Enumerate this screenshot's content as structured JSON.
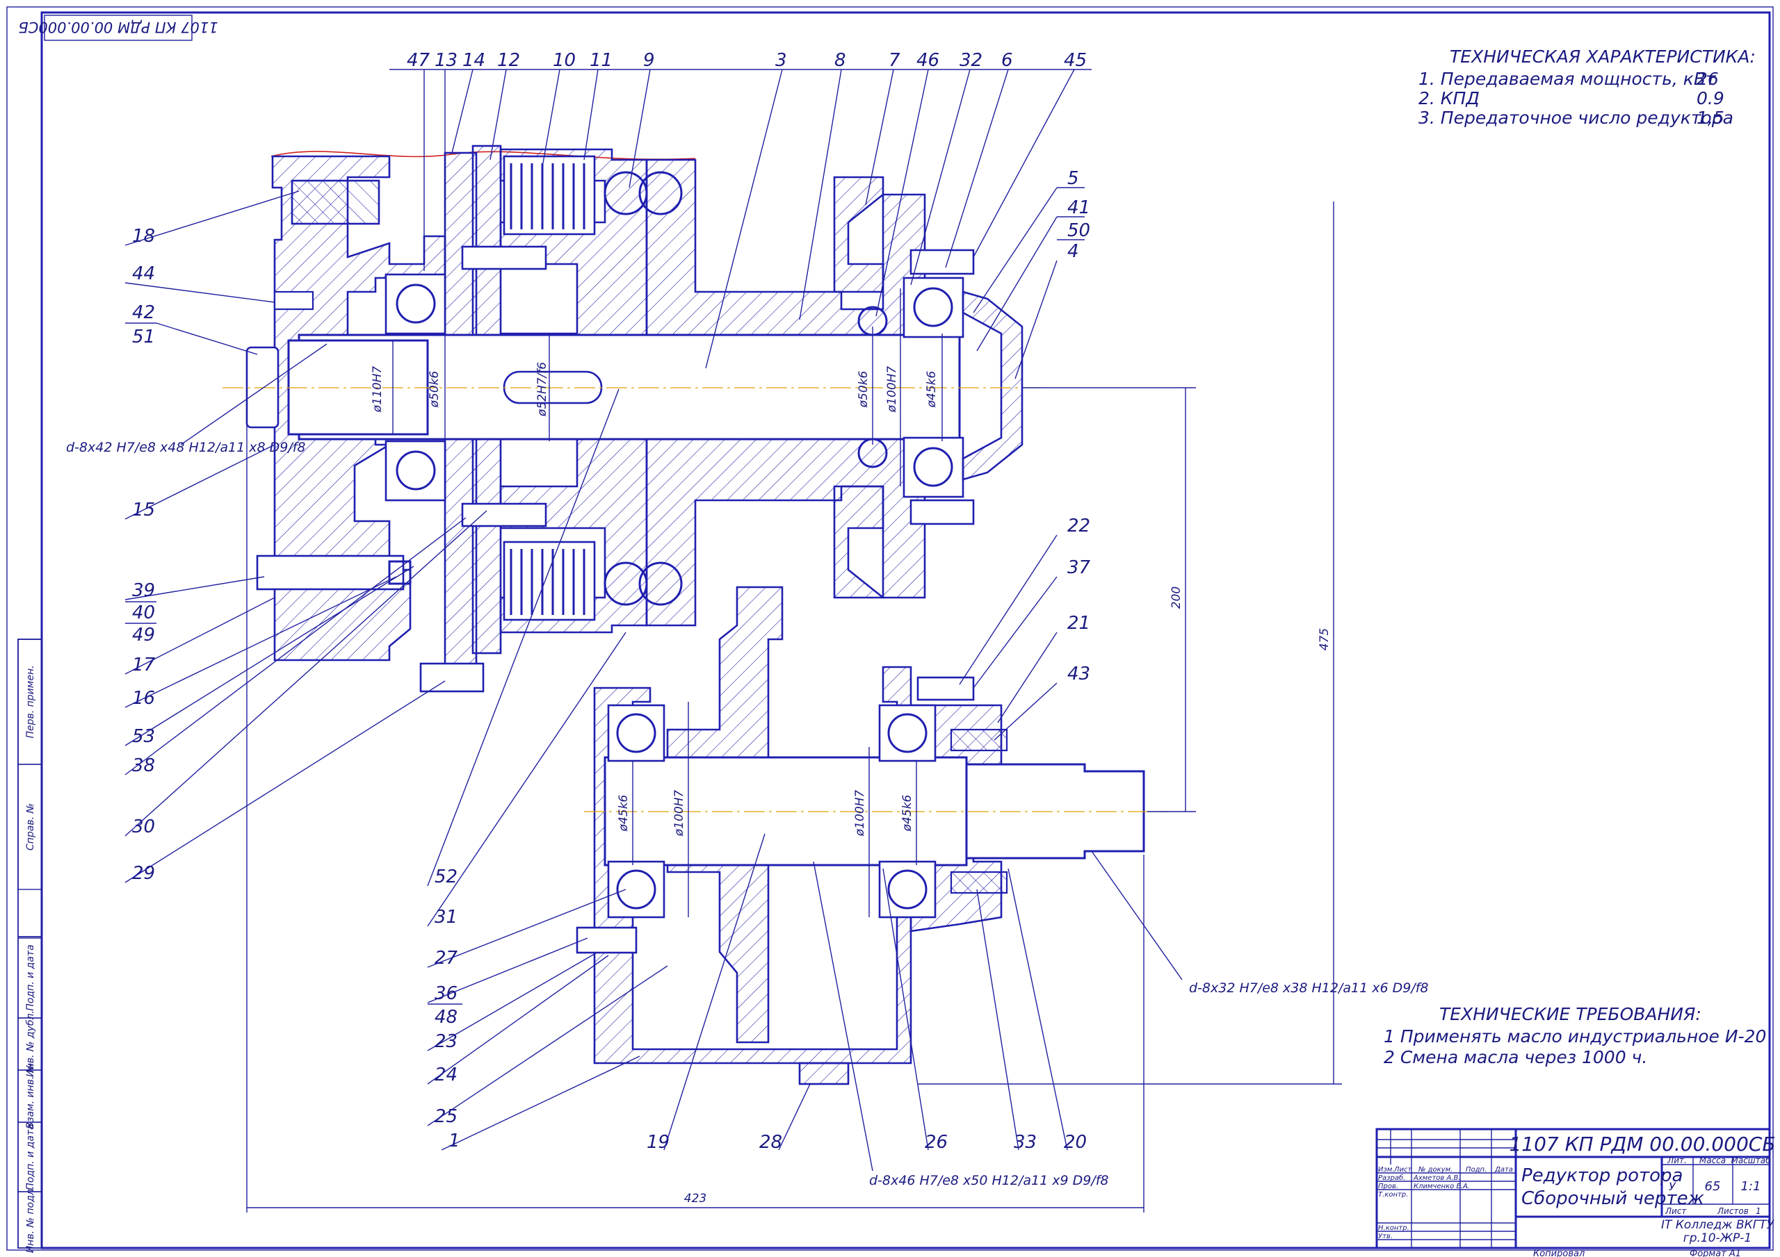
{
  "stamp_rotated": "1107 КП РДМ 00.00.000СБ",
  "tech_char": {
    "title": "ТЕХНИЧЕСКАЯ ХАРАКТЕРИСТИКА:",
    "rows": [
      {
        "label": "1. Передаваемая мощность, кВт",
        "value": "26"
      },
      {
        "label": "2. КПД",
        "value": "0.9"
      },
      {
        "label": "3. Передаточное число редуктора",
        "value": "1,5"
      }
    ]
  },
  "tech_req": {
    "title": "ТЕХНИЧЕСКИЕ ТРЕБОВАНИЯ:",
    "items": [
      "1 Применять масло индустриальное И-20",
      "2 Смена масла через 1000 ч."
    ]
  },
  "callouts_top": [
    "47",
    "13",
    "14",
    "12",
    "10",
    "11",
    "9",
    "3",
    "8",
    "7",
    "46",
    "32",
    "6",
    "45"
  ],
  "callouts_right": [
    "5",
    "41",
    "50",
    "4",
    "22",
    "37",
    "21",
    "43"
  ],
  "callouts_left": [
    "18",
    "44",
    "42",
    "51",
    "15",
    "39",
    "40",
    "49",
    "17",
    "16",
    "53",
    "38",
    "30",
    "29"
  ],
  "callouts_bottom_left": [
    "52",
    "31",
    "27",
    "36",
    "48",
    "23",
    "24",
    "25",
    "1"
  ],
  "callouts_bottom": [
    "19",
    "28",
    "26",
    "33",
    "20"
  ],
  "dims": {
    "d1": "ø110Н7",
    "d2": "ø50k6",
    "d3": "ø52Н7/f6",
    "d4": "ø50k6",
    "d5": "ø100Н7",
    "d6": "ø45k6",
    "d7": "ø45k6",
    "d8": "ø100Н7",
    "d9": "ø100Н7",
    "d10": "ø45k6",
    "v200": "200",
    "v475": "475",
    "h423": "423"
  },
  "spline_labels": {
    "left": "d-8x42 Н7/e8 x48 Н12/a11 x8 D9/f8",
    "right": "d-8x32 Н7/e8 x38 Н12/a11 x6 D9/f8",
    "bottom": "d-8x46 Н7/e8 x50 Н12/a11 x9 D9/f8"
  },
  "side_strip": [
    "Перв. примен.",
    "Справ. №",
    "Подп. и дата",
    "Инв. № дубл.",
    "Взам. инв. №",
    "Подп. и дата",
    "Инв. № подл."
  ],
  "title_block": {
    "doc_number": "1107 КП РДМ 00.00.000СБ",
    "name_line1": "Редуктор ротора",
    "name_line2": "Сборочный чертеж",
    "lit_header": "Лит.",
    "mass_header": "Масса",
    "scale_header": "Масштаб",
    "lit_value": "У",
    "mass_value": "65",
    "scale_value": "1:1",
    "sheet_label": "Лист",
    "sheets_label": "Листов",
    "sheets_value": "1",
    "org_line1": "IT Колледж ВКГТУ",
    "org_line2": "гр.10-ЖР-1",
    "col_headers": [
      "Изм.",
      "Лист",
      "№ докум.",
      "Подп.",
      "Дата"
    ],
    "rows": [
      {
        "role": "Разраб.",
        "name": "Ахметов А.В."
      },
      {
        "role": "Пров.",
        "name": "Климченко Е.А."
      },
      {
        "role": "Т.контр.",
        "name": ""
      },
      {
        "role": "Н.контр.",
        "name": ""
      },
      {
        "role": "Утв.",
        "name": ""
      }
    ],
    "copied": "Копировал",
    "format": "Формат А1"
  }
}
